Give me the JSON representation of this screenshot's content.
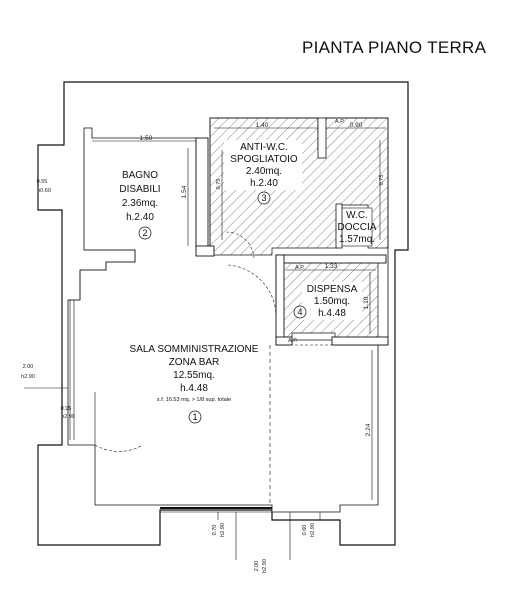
{
  "title": "PIANTA PIANO TERRA",
  "rooms": {
    "bagno": {
      "name1": "BAGNO",
      "name2": "DISABILI",
      "area": "2.36mq.",
      "height": "h.2.40",
      "number": "2"
    },
    "antiwc": {
      "name1": "ANTI-W.C.",
      "name2": "SPOGLIATOIO",
      "area": "2.40mq.",
      "height": "h.2.40",
      "number": "3"
    },
    "wc": {
      "name1": "W.C.",
      "name2": "DOCCIA",
      "area": "1.57mq."
    },
    "dispensa": {
      "name1": "DISPENSA",
      "area": "1.50mq.",
      "height": "h.4.48",
      "number": "4"
    },
    "sala": {
      "name1": "SALA SOMMINISTRAZIONE",
      "name2": "ZONA BAR",
      "area": "12.55mq.",
      "height": "h.4.48",
      "note": "s.f. 16.53 mq. > 1/8 sup. totale",
      "number": "1"
    }
  },
  "dimensions": {
    "bagno_width": "1.50",
    "bagno_depth": "1.54",
    "antiwc_width": "1.40",
    "wc_width": "0.90",
    "antiwc_door": "0.75",
    "wc_side": "0.75",
    "dispensa_width": "1.33",
    "dispensa_depth": "1.10",
    "sala_right": "2.24",
    "win1_w": "0.55",
    "win1_h": "h0.60",
    "win2_w": "2.00",
    "win2_h": "h2.90",
    "win3_w": "0.95",
    "win3_h": "h2.90",
    "bot1_w": "0.70",
    "bot1_h": "h2.90",
    "bot2_w": "0.60",
    "bot2_h": "h2.90",
    "bot3_w": "2.00",
    "bot3_h": "h2.90",
    "ap1": "A.P.",
    "ap2": "A.P.",
    "ap3": "A.P."
  }
}
